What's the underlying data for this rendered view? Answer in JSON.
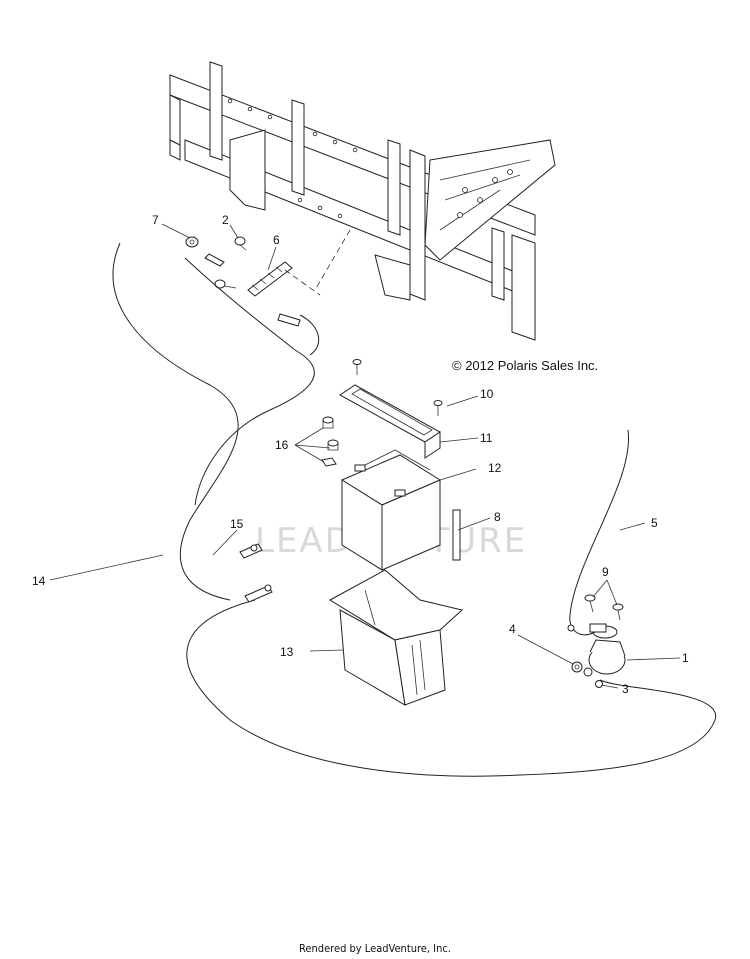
{
  "copyright": "© 2012 Polaris Sales Inc.",
  "watermark": "LEADVENTURE",
  "footer": "Rendered by LeadVenture, Inc.",
  "callouts": {
    "c1": "1",
    "c2": "2",
    "c3": "3",
    "c4": "4",
    "c5": "5",
    "c6": "6",
    "c7": "7",
    "c8": "8",
    "c9": "9",
    "c10": "10",
    "c11": "11",
    "c12": "12",
    "c13": "13",
    "c14": "14",
    "c15": "15",
    "c16": "16"
  }
}
